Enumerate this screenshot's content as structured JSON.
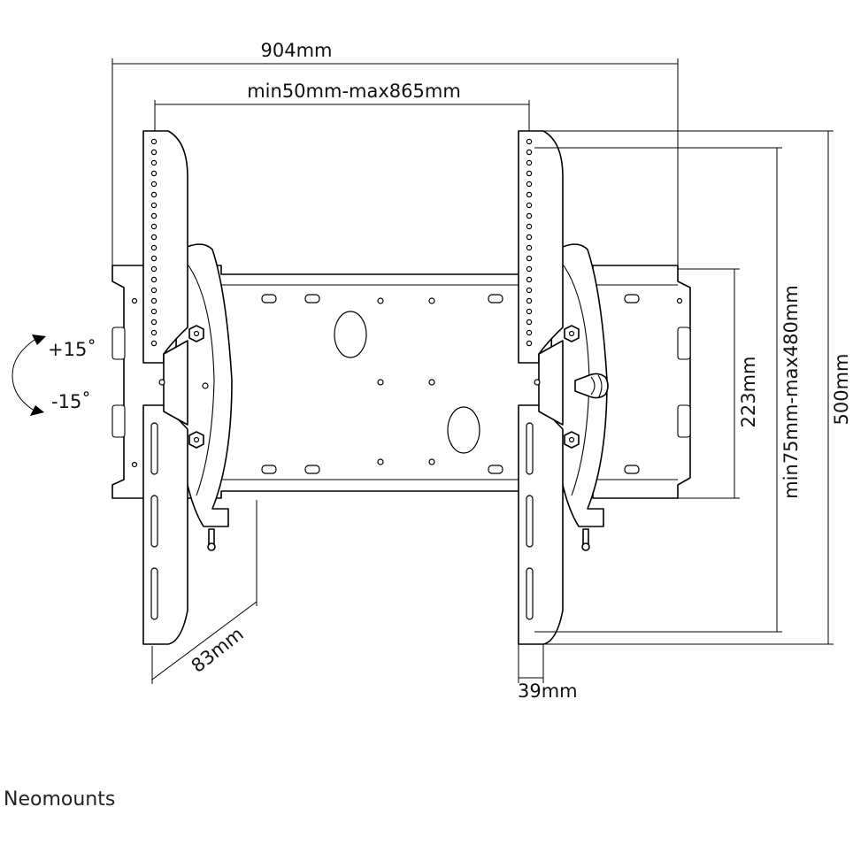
{
  "dimensions": {
    "total_width": "904mm",
    "rail_spacing": "min50mm-max865mm",
    "tilt_up": "+15˚",
    "tilt_down": "-15˚",
    "plate_height": "223mm",
    "vesa_height_range": "min75mm-max480mm",
    "bracket_height": "500mm",
    "depth": "83mm",
    "bracket_depth": "39mm"
  },
  "brand": {
    "name": "Neomounts"
  },
  "colors": {
    "line": "#000000",
    "background": "#ffffff"
  }
}
